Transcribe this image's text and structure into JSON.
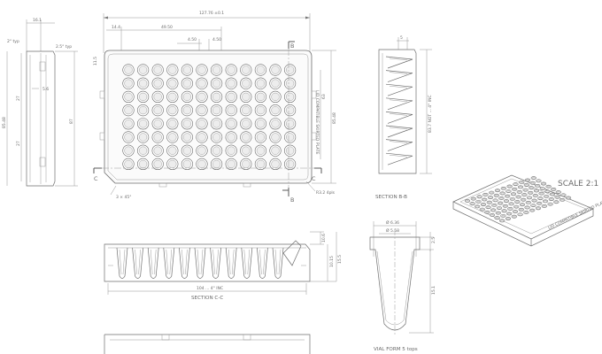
{
  "drawing": {
    "scale_label": "SCALE 2:1",
    "top_view": {
      "overall_width": "127.76 ±0.1",
      "top_left_offset": "14.4",
      "well_pitch": "49.50",
      "pitch_left": "4.50",
      "pitch_right": "4.50",
      "corner_chamfer": "3 × 45°",
      "overall_height": "85.48",
      "corner_radius": "R3.2 4pls",
      "row_span": "63",
      "side_note": "11.5",
      "plate_marking": "LID COMPATIBLE SKIRTED PLATE",
      "section_letters": [
        "B",
        "C",
        "C",
        "B"
      ]
    },
    "left_view": {
      "dims": [
        "16.1",
        "2° typ",
        "2.5° typ",
        "5.6",
        "27",
        "27",
        "85.48",
        "87"
      ]
    },
    "section_bb": {
      "caption": "SECTION B-B",
      "top_dim": "5",
      "depth_dim": "83.7 NOT ... 4° INC"
    },
    "section_cc": {
      "caption": "SECTION C-C",
      "span_dim": "104 ... 4° INC",
      "right_dims": [
        "10.6",
        "10.15",
        "15.5"
      ]
    },
    "vial_form": {
      "caption": "VIAL FORM 5 tops",
      "diameters": [
        "Ø 6.36",
        "Ø 5.58"
      ],
      "dims": [
        "2.5",
        "15.1"
      ]
    },
    "iso_view": {
      "marking": "LID COMPATIBLE SKIRTED PLATE"
    },
    "grid": {
      "rows": 8,
      "columns": 12
    }
  },
  "icons": {
    "section_marker": "section-arrow-icon"
  }
}
